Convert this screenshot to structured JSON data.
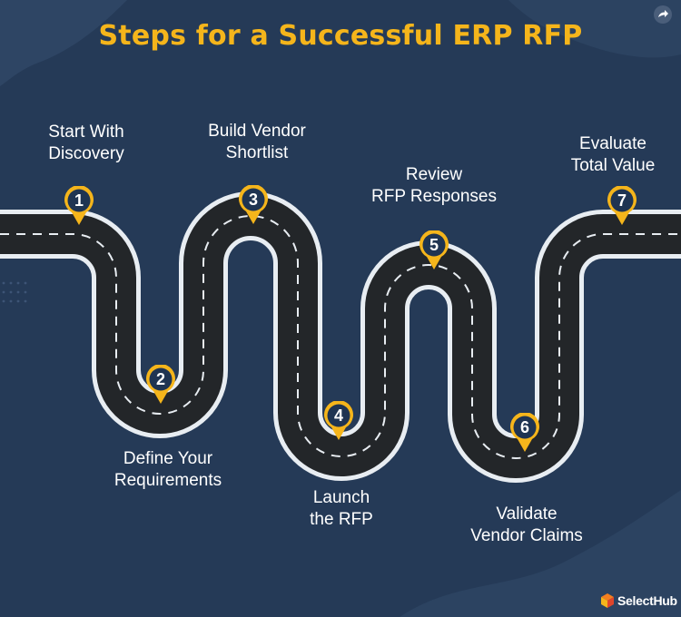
{
  "title": "Steps for a Successful ERP RFP",
  "steps": [
    {
      "number": "1",
      "label": "Start With\nDiscovery"
    },
    {
      "number": "2",
      "label": "Define Your\nRequirements"
    },
    {
      "number": "3",
      "label": "Build Vendor\nShortlist"
    },
    {
      "number": "4",
      "label": "Launch\nthe RFP"
    },
    {
      "number": "5",
      "label": "Review\nRFP Responses"
    },
    {
      "number": "6",
      "label": "Validate\nVendor Claims"
    },
    {
      "number": "7",
      "label": "Evaluate\nTotal Value"
    }
  ],
  "brand": {
    "name": "SelectHub"
  },
  "icons": {
    "share": "share-icon",
    "pin": "map-pin-icon",
    "logo": "selecthub-logo-icon"
  },
  "colors": {
    "background": "#253a57",
    "title": "#f5b51b",
    "road": "#232629",
    "pin": "#f5b51b",
    "pin_inner": "#1f3452"
  }
}
